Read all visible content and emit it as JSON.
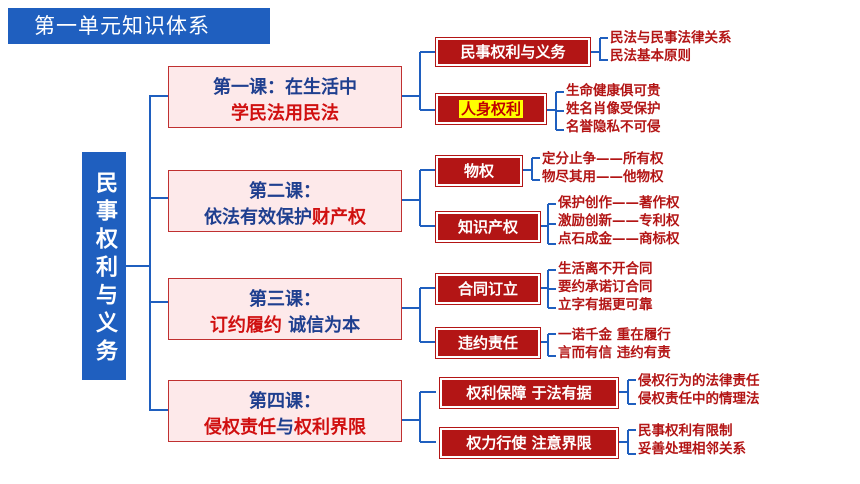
{
  "title": "第一单元知识体系",
  "root": "民事权利与义务",
  "colors": {
    "blue": "#1f5fbf",
    "red": "#b31515",
    "pink": "#fde9ea",
    "yellow": "#ffff00"
  },
  "lessons": [
    {
      "line1": "第一课：在生活中",
      "line2": "学民法用民法"
    },
    {
      "line1": "第二课：",
      "line2a": "依法有效保护",
      "line2b": "财产权"
    },
    {
      "line1": "第三课：",
      "line2a": "订约履约",
      "line2b": " 诚信为本"
    },
    {
      "line1": "第四课：",
      "line2a": "侵权责任",
      "line2b": "与",
      "line2c": "权利界限"
    }
  ],
  "topics": [
    {
      "label": "民事权利与义务",
      "leaves": [
        "民法与民事法律关系",
        "民法基本原则"
      ]
    },
    {
      "label": "人身权利",
      "leaves": [
        "生命健康俱可贵",
        "姓名肖像受保护",
        "名誉隐私不可侵"
      ]
    },
    {
      "label": "物权",
      "leaves": [
        "定分止争——所有权",
        "物尽其用——他物权"
      ]
    },
    {
      "label": "知识产权",
      "leaves": [
        "保护创作——著作权",
        "激励创新——专利权",
        "点石成金——商标权"
      ]
    },
    {
      "label": "合同订立",
      "leaves": [
        "生活离不开合同",
        "要约承诺订合同",
        "立字有据更可靠"
      ]
    },
    {
      "label": "违约责任",
      "leaves": [
        "一诺千金 重在履行",
        "言而有信 违约有责"
      ]
    },
    {
      "label": "权利保障 于法有据",
      "leaves": [
        "侵权行为的法律责任",
        "侵权责任中的情理法"
      ]
    },
    {
      "label": "权力行使 注意界限",
      "leaves": [
        "民事权利有限制",
        "妥善处理相邻关系"
      ]
    }
  ]
}
